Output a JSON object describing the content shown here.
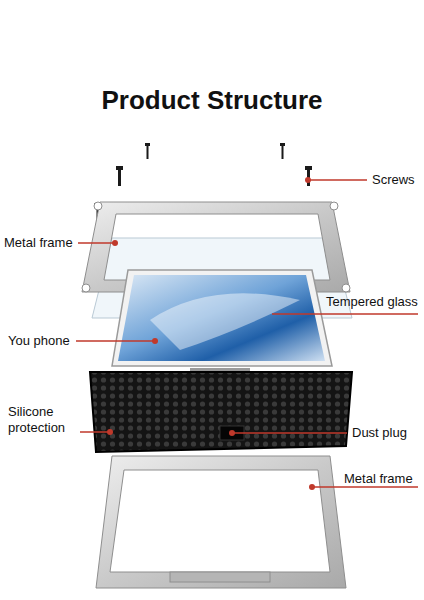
{
  "diagram": {
    "title": "Product Structure",
    "labels": [
      "Screws",
      "Metal frame",
      "Tempered glass",
      "You phone",
      "Silicone protection",
      "Dust plug",
      "Metal frame"
    ]
  }
}
